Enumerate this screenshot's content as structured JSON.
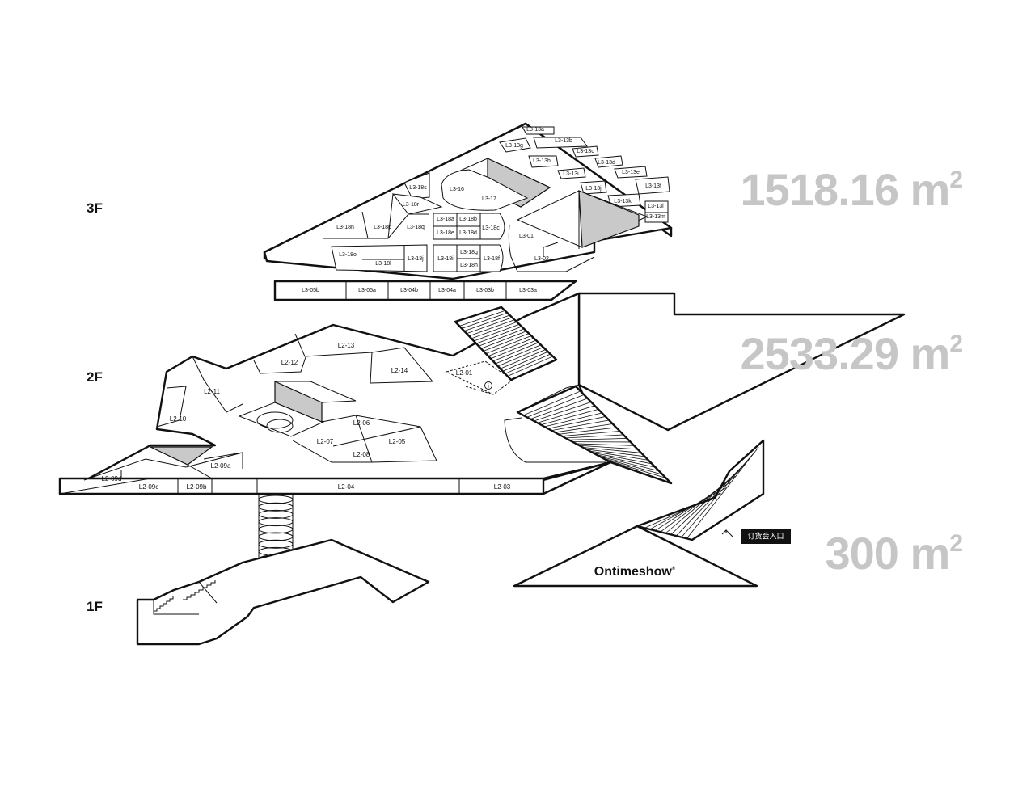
{
  "floors": [
    {
      "label": "3F",
      "area": "1518.16 m",
      "sup": "2"
    },
    {
      "label": "2F",
      "area": "2533.29 m",
      "sup": "2"
    },
    {
      "label": "1F",
      "area": "300 m",
      "sup": "2"
    }
  ],
  "l3_units": [
    "L3-13a",
    "L3-13g",
    "L3-13b",
    "L3-13c",
    "L3-13h",
    "L3-13d",
    "L3-13i",
    "L3-13e",
    "L3-13j",
    "L3-13f",
    "L3-13k",
    "L3-13l",
    "L3-13m",
    "L3-18s",
    "L3-18r",
    "L3-16",
    "L3-17",
    "L3-18n",
    "L3-18p",
    "L3-18q",
    "L3-18a",
    "L3-18b",
    "L3-18c",
    "L3-18d",
    "L3-18e",
    "L3-01",
    "L3-18o",
    "L3-18l",
    "L3-18j",
    "L3-18i",
    "L3-18g",
    "L3-18h",
    "L3-18f",
    "L3-02"
  ],
  "l3_corridor": [
    "L3-05b",
    "L3-05a",
    "L3-04b",
    "L3-04a",
    "L3-03b",
    "L3-03a"
  ],
  "l2_units": [
    "L2-13",
    "L2-12",
    "L2-14",
    "L2-01",
    "L2-11",
    "L2-06",
    "L2-10",
    "L2-07",
    "L2-05",
    "L2-08",
    "L2-09a",
    "L2-09d",
    "L2-09c",
    "L2-09b",
    "L2-04",
    "L2-03"
  ],
  "brand": "Ontimeshow",
  "brand_mark": "®",
  "entrance_label": "订货会入口",
  "info_icon": "i"
}
